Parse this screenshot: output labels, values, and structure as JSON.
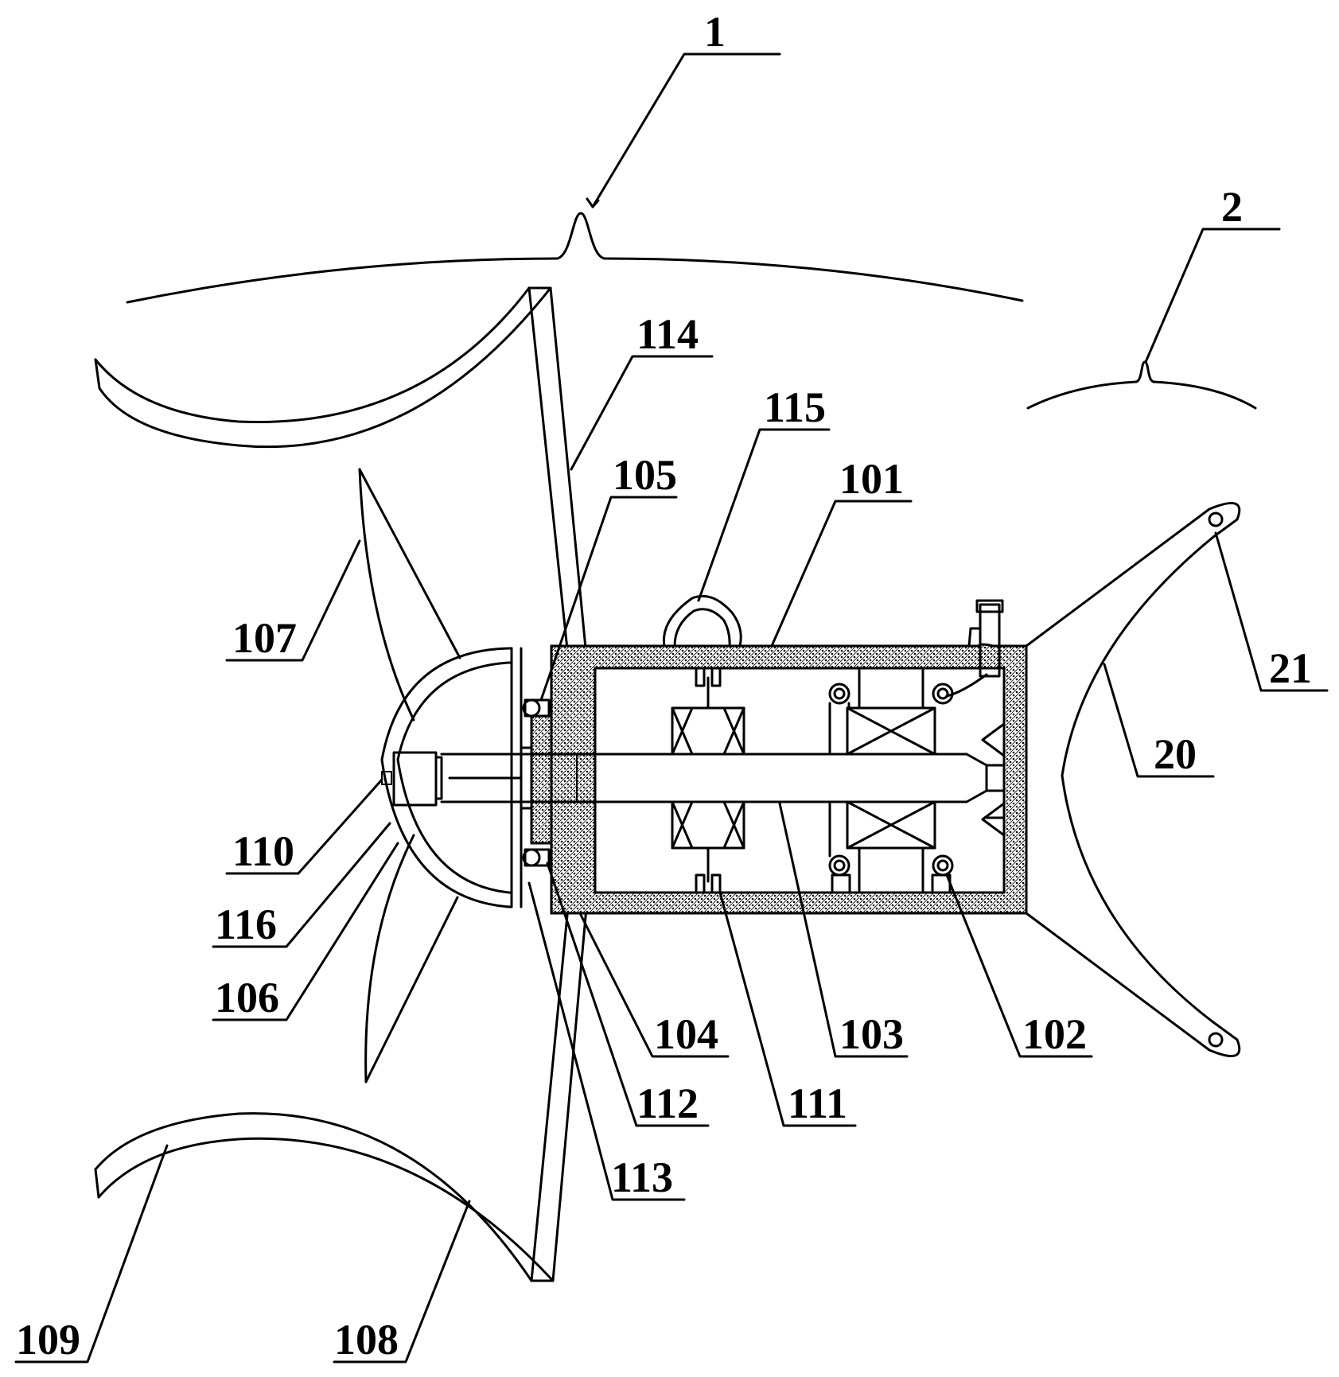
{
  "labels": {
    "l1": "1",
    "l2": "2",
    "l114": "114",
    "l115": "115",
    "l105": "105",
    "l101": "101",
    "l107": "107",
    "l21": "21",
    "l20": "20",
    "l110": "110",
    "l116": "116",
    "l106": "106",
    "l104": "104",
    "l103": "103",
    "l102": "102",
    "l112": "112",
    "l111": "111",
    "l113": "113",
    "l109": "109",
    "l108": "108"
  }
}
